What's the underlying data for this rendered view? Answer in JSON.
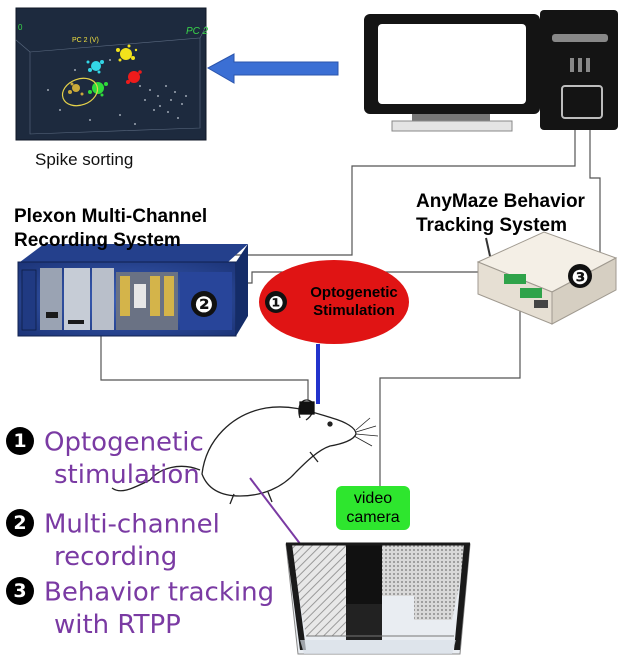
{
  "spike_sorting": {
    "caption": "Spike sorting",
    "axis_label_a": "PC 2 (V)",
    "axis_label_b": "PC 2"
  },
  "plexon": {
    "title_line1": "Plexon Multi-Channel",
    "title_line2": "Recording System",
    "badge": "❷"
  },
  "anymaze": {
    "title_line1": "AnyMaze Behavior",
    "title_line2": "Tracking System",
    "badge": "❸"
  },
  "optogenetic": {
    "badge": "❶",
    "line1": "Optogenetic",
    "line2": "Stimulation"
  },
  "camera": {
    "line1": "video",
    "line2": "camera"
  },
  "legend": [
    {
      "number": "1",
      "line1": "Optogenetic",
      "line2": "stimulation"
    },
    {
      "number": "2",
      "line1": "Multi-channel",
      "line2": "recording"
    },
    {
      "number": "3",
      "line1": "Behavior tracking",
      "line2": "with RTPP"
    }
  ],
  "colors": {
    "arrow": "#3b6fd4",
    "ellipse": "#e01414",
    "legend_text": "#7a3aa3",
    "camera_box": "#2ee62e",
    "optic_fiber": "#2233cc"
  }
}
